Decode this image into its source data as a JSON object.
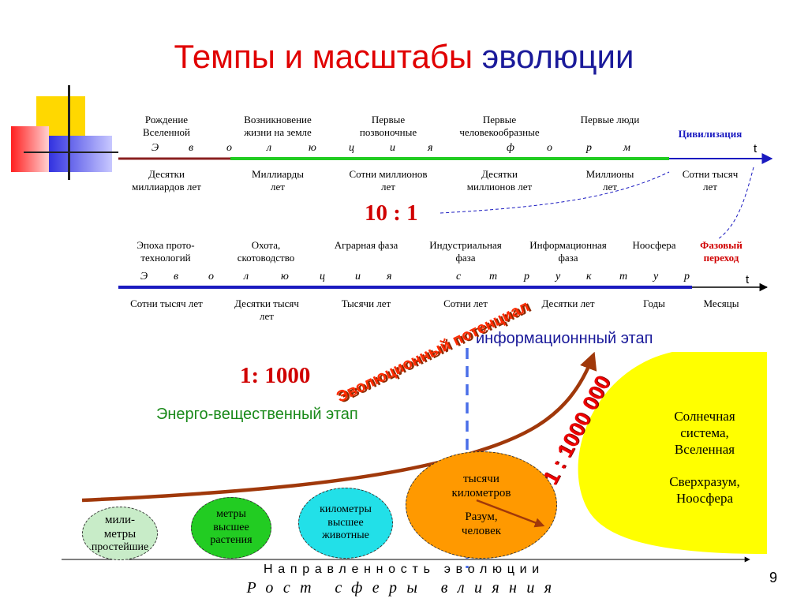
{
  "title": {
    "part1": "Темпы и масштабы",
    "part2": "эволюции"
  },
  "colors": {
    "title_red": "#e00000",
    "title_blue": "#1a1a9a",
    "green_stage": "#1a8a1a",
    "curve": "#a0380a",
    "sun": "#ffff00"
  },
  "forms_timeline": {
    "events": [
      "Рождение\nВселенной",
      "Возникновение\nжизни на земле",
      "Первые\nпозвоночные",
      "Первые\nчеловекообразные",
      "Первые люди"
    ],
    "civilization": "Цивилизация",
    "evolution_letters": [
      "Э",
      "в",
      "о",
      "л",
      "ю",
      "ц",
      "и",
      "я",
      "ф",
      "о",
      "р",
      "м"
    ],
    "axis_label": "t",
    "durations": [
      "Десятки\nмиллиардов лет",
      "Миллиарды\nлет",
      "Сотни миллионов\nлет",
      "Десятки\nмиллионов лет",
      "Миллионы\nлет",
      "Сотни тысяч\nлет"
    ]
  },
  "ratio_10": "10 : 1",
  "structures_timeline": {
    "phases": [
      "Эпоха прото-\nтехнологий",
      "Охота,\nскотоводство",
      "Аграрная фаза",
      "Индустриальная\nфаза",
      "Информационная\nфаза",
      "Ноосфера"
    ],
    "phase_transition": "Фазовый\nпереход",
    "evolution_letters": [
      "Э",
      "в",
      "о",
      "л",
      "ю",
      "ц",
      "и",
      "я",
      "с",
      "т",
      "р",
      "у",
      "к",
      "т",
      "у",
      "р"
    ],
    "axis_label": "t",
    "durations": [
      "Сотни тысяч лет",
      "Десятки тысяч\nлет",
      "Тысячи лет",
      "Сотни лет",
      "Десятки лет",
      "Годы",
      "Месяцы"
    ]
  },
  "info_stage": "информационнный этап",
  "ratio_1000": "1: 1000",
  "energy_stage": "Энерго-вещественный этап",
  "potential_label": "Эволюционный потенциал",
  "ratio_million": "1 : 1000 000",
  "spheres": {
    "mm": {
      "line1": "мили-",
      "line2": "метры",
      "line3": "простейшие"
    },
    "m": {
      "line1": "метры",
      "line2": "высшее",
      "line3": "растения"
    },
    "km": {
      "line1": "километры",
      "line2": "высшее",
      "line3": "животные"
    },
    "tkm": {
      "line1": "тысячи",
      "line2": "километров",
      "line3": "Разум,",
      "line4": "человек"
    }
  },
  "solar": {
    "line1": "Солнечная",
    "line2": "система,",
    "line3": "Вселенная",
    "line4": "Сверхразум,",
    "line5": "Ноосфера"
  },
  "bottom": {
    "direction": "Направленность эволюции",
    "growth": "Рост сферы влияния"
  },
  "page_number": "9"
}
